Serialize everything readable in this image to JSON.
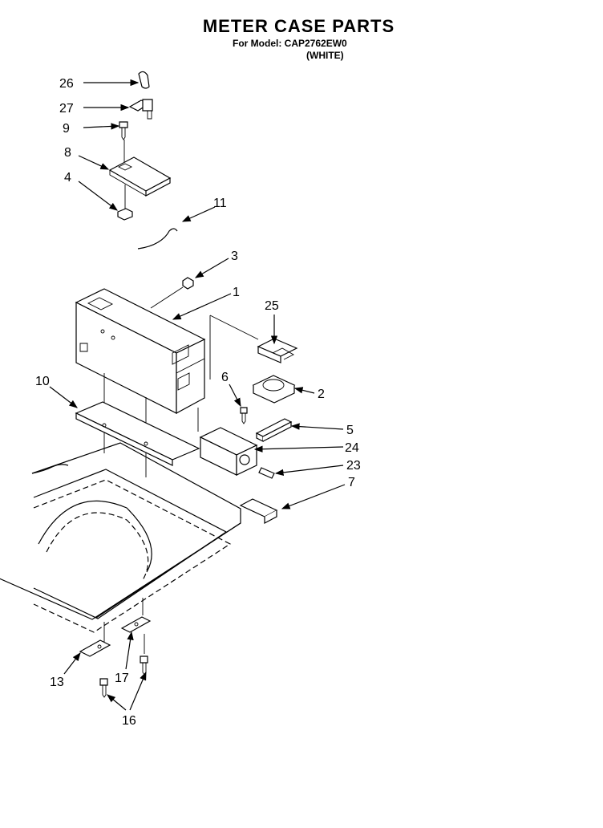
{
  "title": "METER CASE PARTS",
  "model_line": "For Model: CAP2762EW0",
  "color_line": "(WHITE)",
  "callouts": [
    "26",
    "27",
    "9",
    "8",
    "4",
    "11",
    "3",
    "1",
    "25",
    "10",
    "6",
    "2",
    "5",
    "24",
    "23",
    "7",
    "13",
    "17",
    "16"
  ]
}
